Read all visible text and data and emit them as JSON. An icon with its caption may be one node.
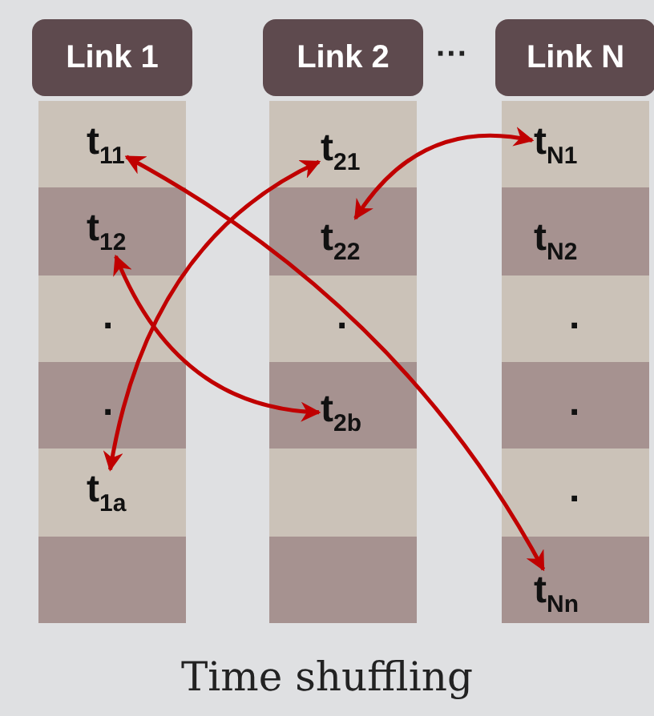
{
  "diagram": {
    "caption": "Time shuffling",
    "nodes": [
      {
        "text": [
          "Link 1"
        ]
      },
      {
        "text": [
          "Link 2"
        ]
      },
      {
        "text": [
          "Link N"
        ]
      },
      {
        "text": [
          "t$_{11}$"
        ]
      },
      {
        "text": [
          "t$_{21}$"
        ]
      },
      {
        "text": [
          "t$_{N1}$"
        ]
      },
      {
        "text": [
          "t$_{12}$"
        ]
      },
      {
        "text": [
          "t$_{22}$"
        ]
      },
      {
        "text": [
          "t$_{2b}$"
        ]
      },
      {
        "text": [
          "t$_{1a}$"
        ]
      },
      {
        "text": [
          "t$_{Nn}$"
        ]
      }
    ],
    "edges": [
      {
        "from": 3,
        "to": 10,
        "arrow": "both"
      },
      {
        "from": 4,
        "to": 9,
        "arrow": "both"
      },
      {
        "from": 6,
        "to": 8,
        "arrow": "both"
      },
      {
        "from": 7,
        "to": 5,
        "arrow": "both"
      }
    ],
    "labels": [
      "···",
      "t$_{N2}$",
      ".",
      ".",
      ".",
      ".",
      ".",
      "."
    ]
  }
}
